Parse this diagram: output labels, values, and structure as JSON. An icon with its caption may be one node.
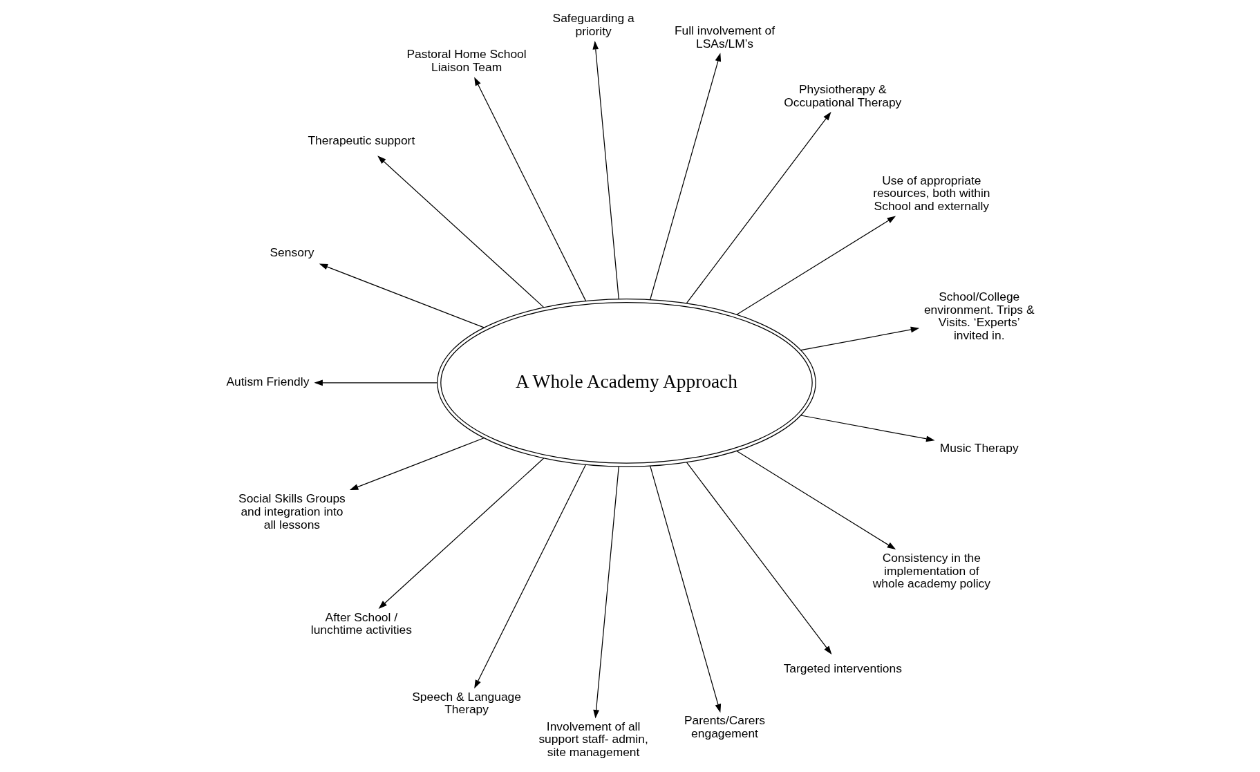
{
  "diagram": {
    "nodes": [
      {
        "text": [
          "A Whole Academy Approach"
        ]
      },
      {
        "text": [
          "School/College environment. Trips & Visits. ‘Experts’ invited in."
        ]
      },
      {
        "text": [
          "Use of appropriate resources, both within School and externally"
        ]
      },
      {
        "text": [
          "Physiotherapy & Occupational Therapy"
        ]
      },
      {
        "text": [
          "Full involvement of LSAs/LM’s"
        ]
      },
      {
        "text": [
          "Safeguarding a priority"
        ]
      },
      {
        "text": [
          "Pastoral Home School Liaison Team"
        ]
      },
      {
        "text": [
          "Therapeutic support"
        ]
      },
      {
        "text": [
          "Sensory"
        ]
      },
      {
        "text": [
          "Autism Friendly"
        ]
      },
      {
        "text": [
          "Social Skills Groups and integration into all lessons"
        ]
      },
      {
        "text": [
          "After School / lunchtime activities"
        ]
      },
      {
        "text": [
          "Speech & Language Therapy"
        ]
      },
      {
        "text": [
          "Involvement of all support staff- admin, site management"
        ]
      },
      {
        "text": [
          "Parents/Carers engagement"
        ]
      },
      {
        "text": [
          "Targeted interventions"
        ]
      },
      {
        "text": [
          "Consistency in the implementation of whole academy policy"
        ]
      },
      {
        "text": [
          "Music Therapy"
        ]
      }
    ],
    "edges": [
      {
        "from": 0,
        "to": 1,
        "arrow": "to"
      },
      {
        "from": 0,
        "to": 2,
        "arrow": "to"
      },
      {
        "from": 0,
        "to": 3,
        "arrow": "to"
      },
      {
        "from": 0,
        "to": 4,
        "arrow": "to"
      },
      {
        "from": 0,
        "to": 5,
        "arrow": "to"
      },
      {
        "from": 0,
        "to": 6,
        "arrow": "to"
      },
      {
        "from": 0,
        "to": 7,
        "arrow": "to"
      },
      {
        "from": 0,
        "to": 8,
        "arrow": "to"
      },
      {
        "from": 0,
        "to": 9,
        "arrow": "to"
      },
      {
        "from": 0,
        "to": 10,
        "arrow": "to"
      },
      {
        "from": 0,
        "to": 11,
        "arrow": "to"
      },
      {
        "from": 0,
        "to": 12,
        "arrow": "to"
      },
      {
        "from": 0,
        "to": 13,
        "arrow": "to"
      },
      {
        "from": 0,
        "to": 14,
        "arrow": "to"
      },
      {
        "from": 0,
        "to": 15,
        "arrow": "to"
      },
      {
        "from": 0,
        "to": 16,
        "arrow": "to"
      },
      {
        "from": 0,
        "to": 17,
        "arrow": "to"
      }
    ]
  }
}
